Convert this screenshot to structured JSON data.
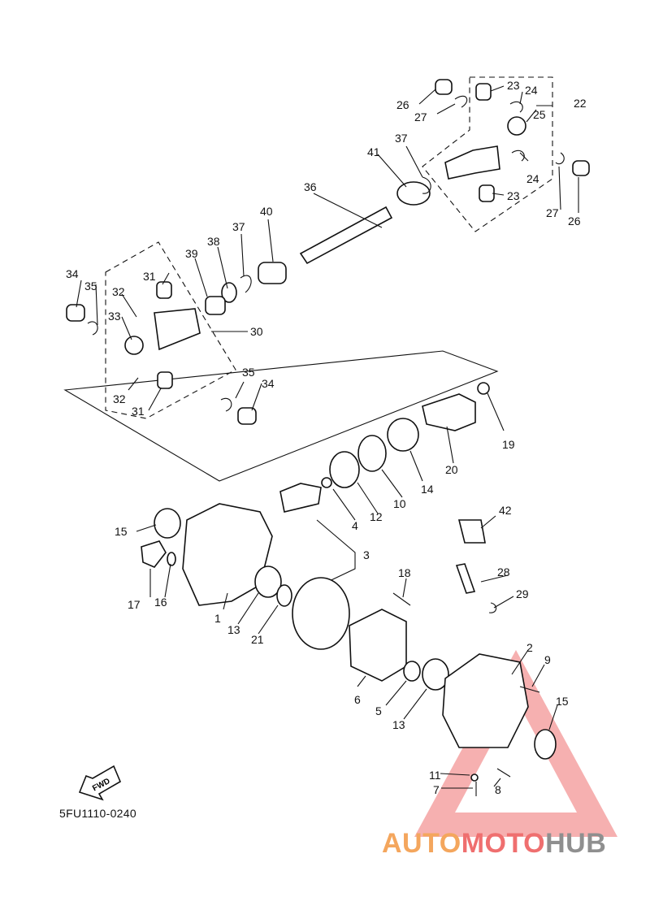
{
  "diagram": {
    "code": "5FU1110-0240",
    "fwd_label": "FWD",
    "watermark": {
      "part1": "AUTO",
      "part2": "MOTO",
      "part3": "HUB"
    },
    "colors": {
      "ink": "#111111",
      "watermark_orange": "#f4a65d",
      "watermark_red": "#ef6f6f",
      "watermark_gray": "#8f8f8f"
    },
    "callouts": [
      "1",
      "2",
      "3",
      "4",
      "5",
      "6",
      "7",
      "8",
      "9",
      "10",
      "11",
      "12",
      "13",
      "13",
      "14",
      "15",
      "15",
      "15",
      "16",
      "17",
      "18",
      "19",
      "20",
      "21",
      "22",
      "23",
      "23",
      "24",
      "24",
      "25",
      "26",
      "26",
      "27",
      "27",
      "28",
      "29",
      "30",
      "31",
      "31",
      "32",
      "32",
      "33",
      "34",
      "34",
      "35",
      "35",
      "36",
      "37",
      "37",
      "38",
      "39",
      "40",
      "41",
      "42"
    ]
  }
}
